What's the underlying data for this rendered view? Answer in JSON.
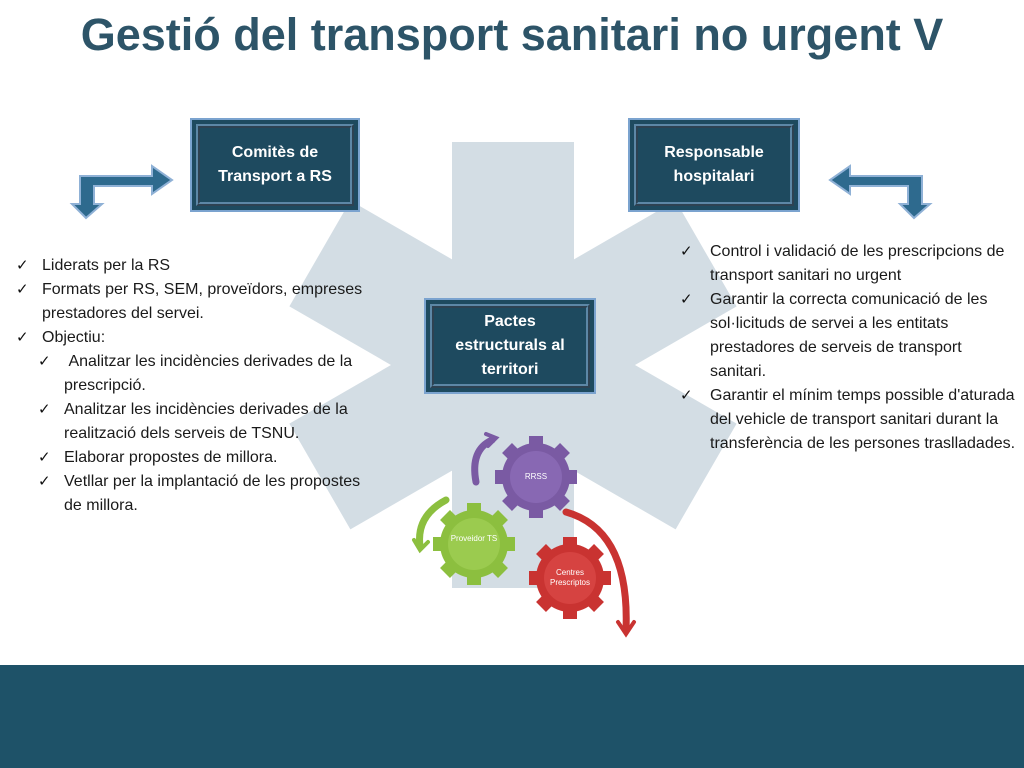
{
  "title": "Gestió del transport sanitari no urgent V",
  "boxes": {
    "comites": "Comitès de Transport a RS",
    "responsable": "Responsable hospitalari",
    "pactes": "Pactes estructurals al territori"
  },
  "left_list": {
    "items": [
      "Liderats per la RS",
      "Formats per RS, SEM, proveïdors, empreses prestadores del servei.",
      "Objectiu:"
    ],
    "sub_items": [
      " Analitzar les incidències derivades de la prescripció.",
      "Analitzar les incidències derivades de la realització dels serveis de TSNU.",
      "Elaborar propostes de millora.",
      "Vetllar per la implantació de les propostes de millora."
    ]
  },
  "right_list": {
    "items": [
      "Control i validació de les prescripcions de transport sanitari no urgent",
      "Garantir la correcta comunicació de les sol·licituds de servei a les entitats prestadores de serveis de transport sanitari.",
      "Garantir el mínim temps possible d'aturada del vehicle de transport sanitari durant la transferència de les persones traslladades."
    ]
  },
  "gears": {
    "rrss": "RRSS",
    "proveidor": "Proveidor TS",
    "centres": "Centres Prescriptos"
  },
  "icons": {
    "check": "check-icon",
    "arrow_left": "bent-arrow-left-icon",
    "arrow_right": "bent-arrow-right-icon"
  },
  "colors": {
    "title": "#2d5468",
    "box_fill": "#1e4a5f",
    "box_border": "#7ba3cf",
    "star_of_life": "#d3dde4",
    "gear_purple": "#7a5aa3",
    "gear_green": "#8cbf3f",
    "gear_red": "#c93331",
    "footer": "#1e5268"
  }
}
